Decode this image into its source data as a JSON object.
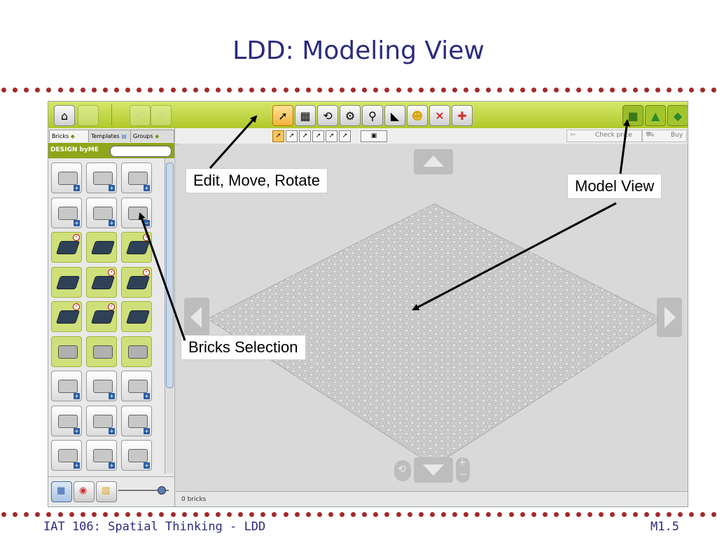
{
  "slide": {
    "title": "LDD: Modeling View",
    "footer_left": "IAT 106: Spatial Thinking - LDD",
    "footer_right": "M1.5"
  },
  "app": {
    "panel_tabs": [
      {
        "label": "Bricks"
      },
      {
        "label": "Templates"
      },
      {
        "label": "Groups"
      }
    ],
    "brand": "DESIGN byME",
    "subbar": {
      "check_price": "Check price",
      "buy": "Buy"
    },
    "status": "0 bricks",
    "toolbar_icons": [
      "home-icon",
      "save-icon",
      "undo-icon",
      "redo-icon",
      "select-tool-icon",
      "clone-tool-icon",
      "hinge-tool-icon",
      "flex-tool-icon",
      "hinge-align-icon",
      "paint-tool-icon",
      "decoration-tool-icon",
      "delete-tool-icon",
      "hide-tool-icon",
      "build-mode-icon",
      "view-mode-icon",
      "building-guide-icon"
    ],
    "brick_rows": [
      [
        "white",
        "white",
        "white"
      ],
      [
        "white",
        "white",
        "white"
      ],
      [
        "green",
        "green",
        "green"
      ],
      [
        "green",
        "green",
        "green"
      ],
      [
        "green",
        "green",
        "green"
      ],
      [
        "green",
        "green",
        "green"
      ],
      [
        "white",
        "white",
        "white"
      ],
      [
        "white",
        "white",
        "white"
      ],
      [
        "white",
        "white",
        "white"
      ]
    ]
  },
  "annotations": {
    "edit_move_rotate": "Edit, Move, Rotate",
    "model_view": "Model View",
    "bricks_selection": "Bricks Selection"
  },
  "colors": {
    "title": "#2b2b7e",
    "dots": "#a52a2a",
    "toolbar": "#b8ce32"
  }
}
